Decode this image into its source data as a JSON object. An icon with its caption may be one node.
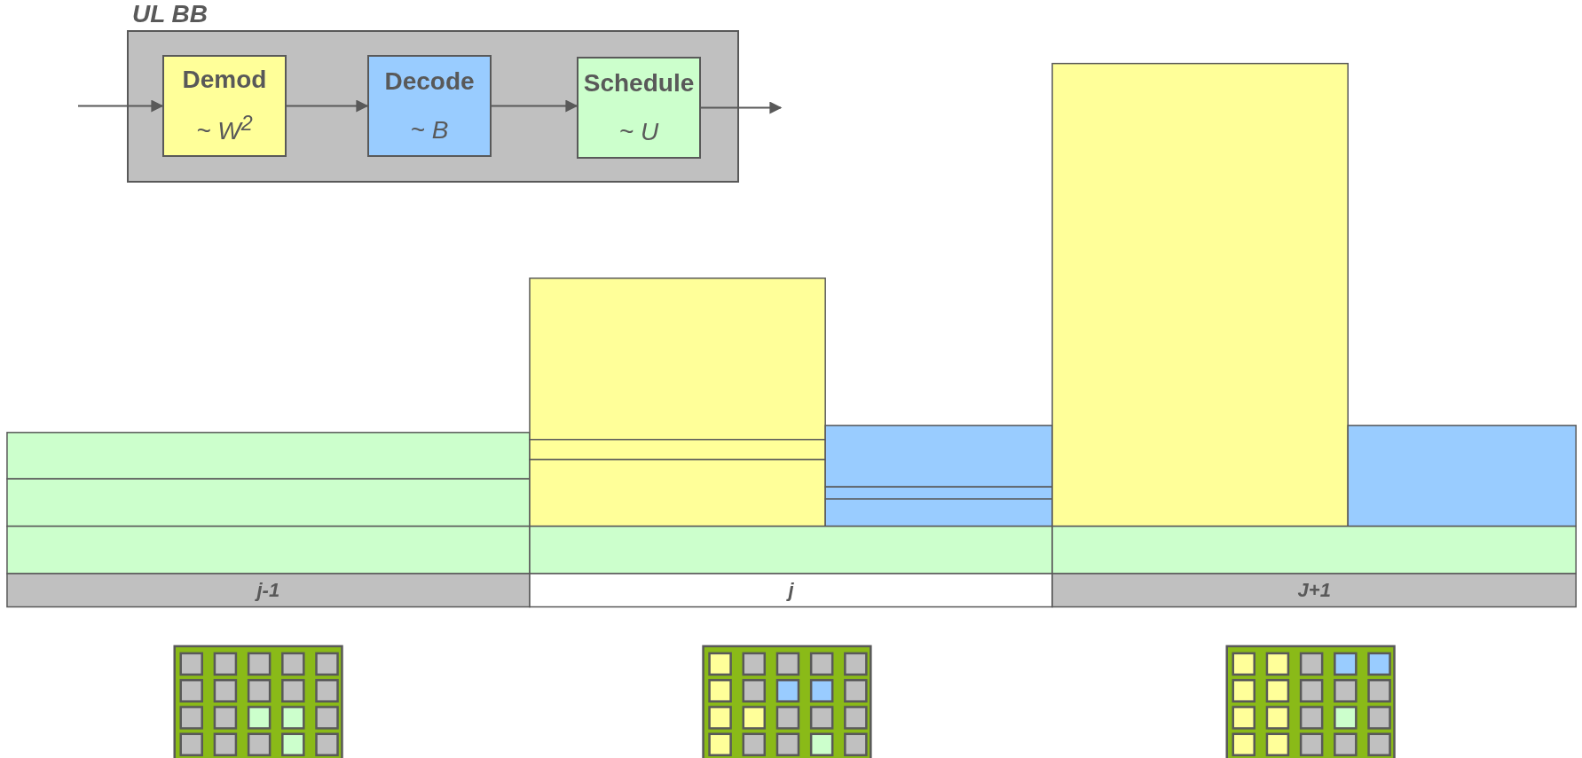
{
  "diagram": {
    "nodes": [
      {
        "text": [
          "UL BB"
        ]
      },
      {
        "text": [
          "Demod",
          "~ W$^{2}$"
        ],
        "in": 0
      },
      {
        "text": [
          "Decode",
          "~ B"
        ],
        "in": 0
      },
      {
        "text": [
          "Schedule",
          "~ U"
        ],
        "in": 0
      }
    ],
    "edges": [
      {
        "from": null,
        "to": 1,
        "arrow": "to"
      },
      {
        "from": 1,
        "to": 2,
        "arrow": "to"
      },
      {
        "from": 2,
        "to": 3,
        "arrow": "to"
      },
      {
        "from": 3,
        "to": null,
        "arrow": "to"
      }
    ],
    "labels": [
      "j-1",
      "j",
      "J+1"
    ]
  }
}
